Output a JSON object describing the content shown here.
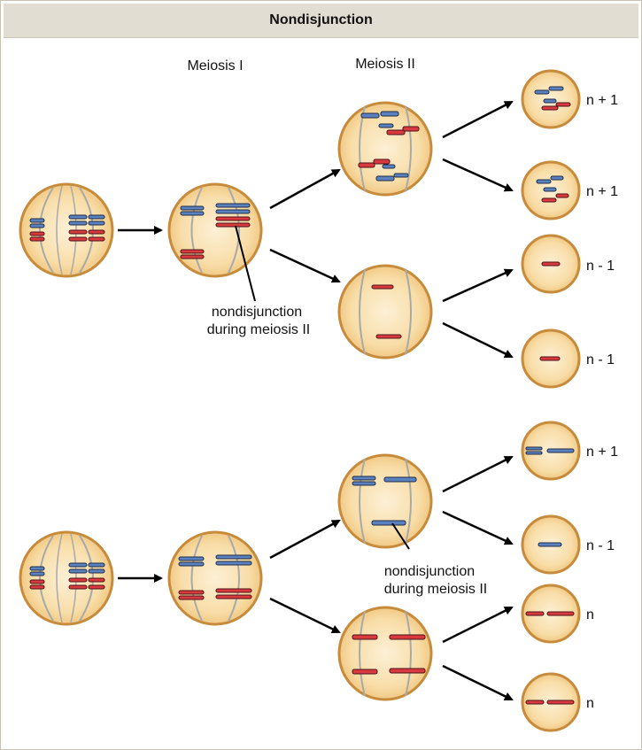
{
  "title": "Nondisjunction",
  "stage_labels": {
    "meiosis1": "Meiosis I",
    "meiosis2": "Meiosis II"
  },
  "annotations": {
    "top": {
      "line1": "nondisjunction",
      "line2": "during meiosis II"
    },
    "bottom": {
      "line1": "nondisjunction",
      "line2": "during meiosis II"
    }
  },
  "outcomes": {
    "top": [
      "n + 1",
      "n + 1",
      "n - 1",
      "n - 1"
    ],
    "bottom": [
      "n + 1",
      "n - 1",
      "n",
      "n"
    ]
  },
  "colors": {
    "cell_fill": "#f7dca6",
    "cell_stroke": "#c78b3c",
    "spindle": "#a9a9a9",
    "blue_chromosome": "#5b82c0",
    "red_chromosome": "#d93a3f",
    "arrow": "#000000"
  }
}
